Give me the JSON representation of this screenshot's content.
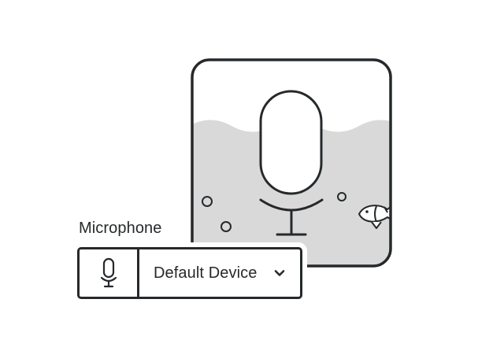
{
  "microphone": {
    "label": "Microphone",
    "selected_device": "Default Device",
    "icon": "microphone-icon",
    "dropdown_icon": "chevron-down-icon"
  },
  "illustration": {
    "subject": "microphone-underwater",
    "water_color": "#d9d9d9",
    "stroke_color": "#26292b"
  }
}
